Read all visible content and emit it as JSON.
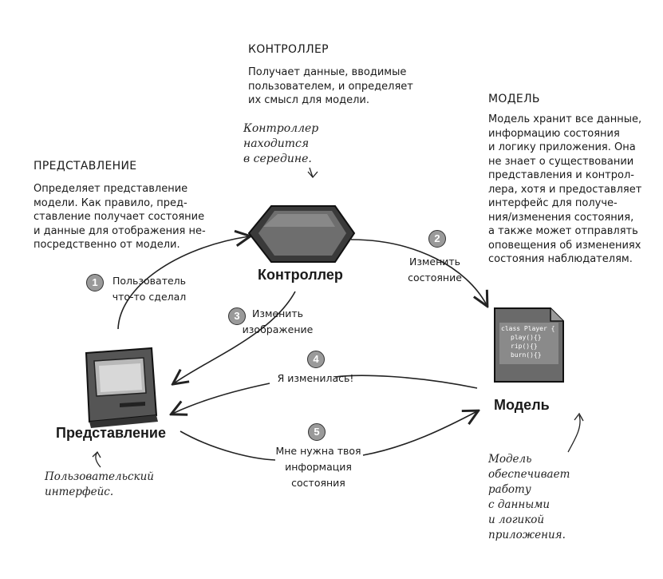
{
  "controller": {
    "heading": "КОНТРОЛЛЕР",
    "description": "Получает данные, вводимые\nпользователем, и определяет\nих смысл для модели.",
    "note": "Контроллер\nнаходится\nв середине.",
    "label": "Контроллер"
  },
  "model": {
    "heading": "МОДЕЛЬ",
    "description": "Модель хранит все данные,\nинформацию состояния\nи логику приложения. Она\nне знает о существовании\nпредставления и контрол-\nлера, хотя и предоставляет\nинтерфейс для получе-\nния/изменения состояния,\nа также может отправлять\nоповещения об изменениях\nсостояния наблюдателям.",
    "note": "Модель\nобеспечивает\nработу\nс данными\nи логикой\nприложения.",
    "label": "Модель",
    "code": [
      "class Player {",
      "play(){}",
      "rip(){}",
      "burn(){}"
    ]
  },
  "view": {
    "heading": "ПРЕДСТАВЛЕНИЕ",
    "description": "Определяет представление\nмодели. Как правило, пред-\nставление получает состояние\nи данные для отображения не-\nпосредственно от модели.",
    "note": "Пользовательский\nинтерфейс.",
    "label": "Представление"
  },
  "steps": [
    {
      "number": "1",
      "text": "Пользователь\nчто-то сделал"
    },
    {
      "number": "2",
      "text": "Изменить\nсостояние"
    },
    {
      "number": "3",
      "text": "Изменить\nизображение"
    },
    {
      "number": "4",
      "text": "Я изменилась!"
    },
    {
      "number": "5",
      "text": "Мне нужна твоя\nинформация\nсостояния"
    }
  ]
}
